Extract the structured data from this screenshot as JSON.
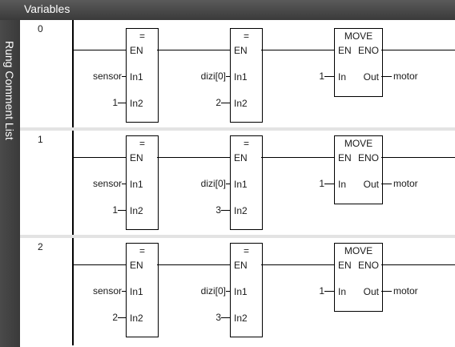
{
  "header": {
    "title": "Variables"
  },
  "sidebar": {
    "label": "Rung Comment List"
  },
  "pins": {
    "en": "EN",
    "eno": "ENO",
    "in1": "In1",
    "in2": "In2",
    "in": "In",
    "out": "Out",
    "eq_title": "=",
    "move_title": "MOVE"
  },
  "rungs": [
    {
      "number": "0",
      "cmp1_in1": "sensor",
      "cmp1_in2": "1",
      "cmp2_in1": "dizi[0]",
      "cmp2_in2": "2",
      "move_in": "1",
      "move_out": "motor"
    },
    {
      "number": "1",
      "cmp1_in1": "sensor",
      "cmp1_in2": "1",
      "cmp2_in1": "dizi[0]",
      "cmp2_in2": "3",
      "move_in": "1",
      "move_out": "motor"
    },
    {
      "number": "2",
      "cmp1_in1": "sensor",
      "cmp1_in2": "2",
      "cmp2_in1": "dizi[0]",
      "cmp2_in2": "3",
      "move_in": "1",
      "move_out": "motor"
    }
  ]
}
